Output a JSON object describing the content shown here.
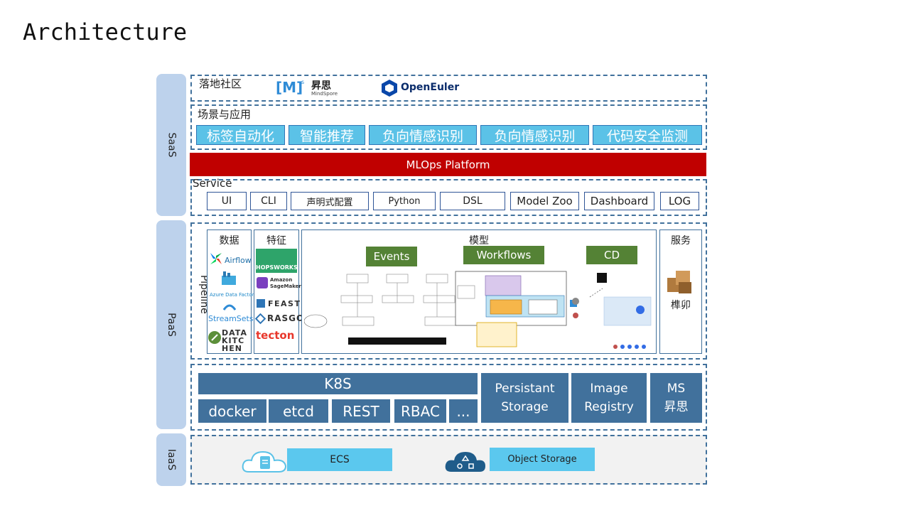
{
  "title": "Architecture",
  "tiers": {
    "saas": "SaaS",
    "paas": "PaaS",
    "iaas": "IaaS"
  },
  "community": {
    "label": "落地社区",
    "mindspore_name": "昇思",
    "mindspore_sub": "MindSpore",
    "openeuler": "OpenEuler"
  },
  "apps": {
    "label": "场景与应用",
    "items": [
      "标签自动化",
      "智能推荐",
      "负向情感识别",
      "负向情感识别",
      "代码安全监测"
    ]
  },
  "mlops": "MLOps Platform",
  "service": {
    "label": "Service",
    "items": [
      "UI",
      "CLI",
      "声明式配置",
      "Python",
      "DSL",
      "Model Zoo",
      "Dashboard",
      "LOG"
    ]
  },
  "pipeline": {
    "label": "Pipeline",
    "data": {
      "title": "数据",
      "logos": [
        "Airflow",
        "Azure Data Factory",
        "StreamSets",
        "DATA KITCHEN"
      ]
    },
    "feature": {
      "title": "特征",
      "logos": [
        "HOPSWORKS",
        "Amazon SageMaker",
        "FEAST",
        "RASGO",
        "tecton"
      ]
    },
    "model": {
      "title": "模型",
      "stages": [
        "Events",
        "Workflows",
        "CD"
      ]
    },
    "serving": {
      "title": "服务",
      "name": "榫卯"
    }
  },
  "infra": {
    "k8s": "K8S",
    "items": [
      "docker",
      "etcd",
      "REST",
      "RBAC",
      "..."
    ],
    "persistent": "Persistant Storage",
    "image": "Image Registry",
    "ms": "MS 昇思"
  },
  "iaas": {
    "ecs": "ECS",
    "object_storage": "Object Storage"
  },
  "colors": {
    "tier": "#bdd2ec",
    "app": "#5bc2e7",
    "mlops": "#c00000",
    "stage": "#548235",
    "k8s": "#41719c",
    "dash": "#41719c"
  }
}
